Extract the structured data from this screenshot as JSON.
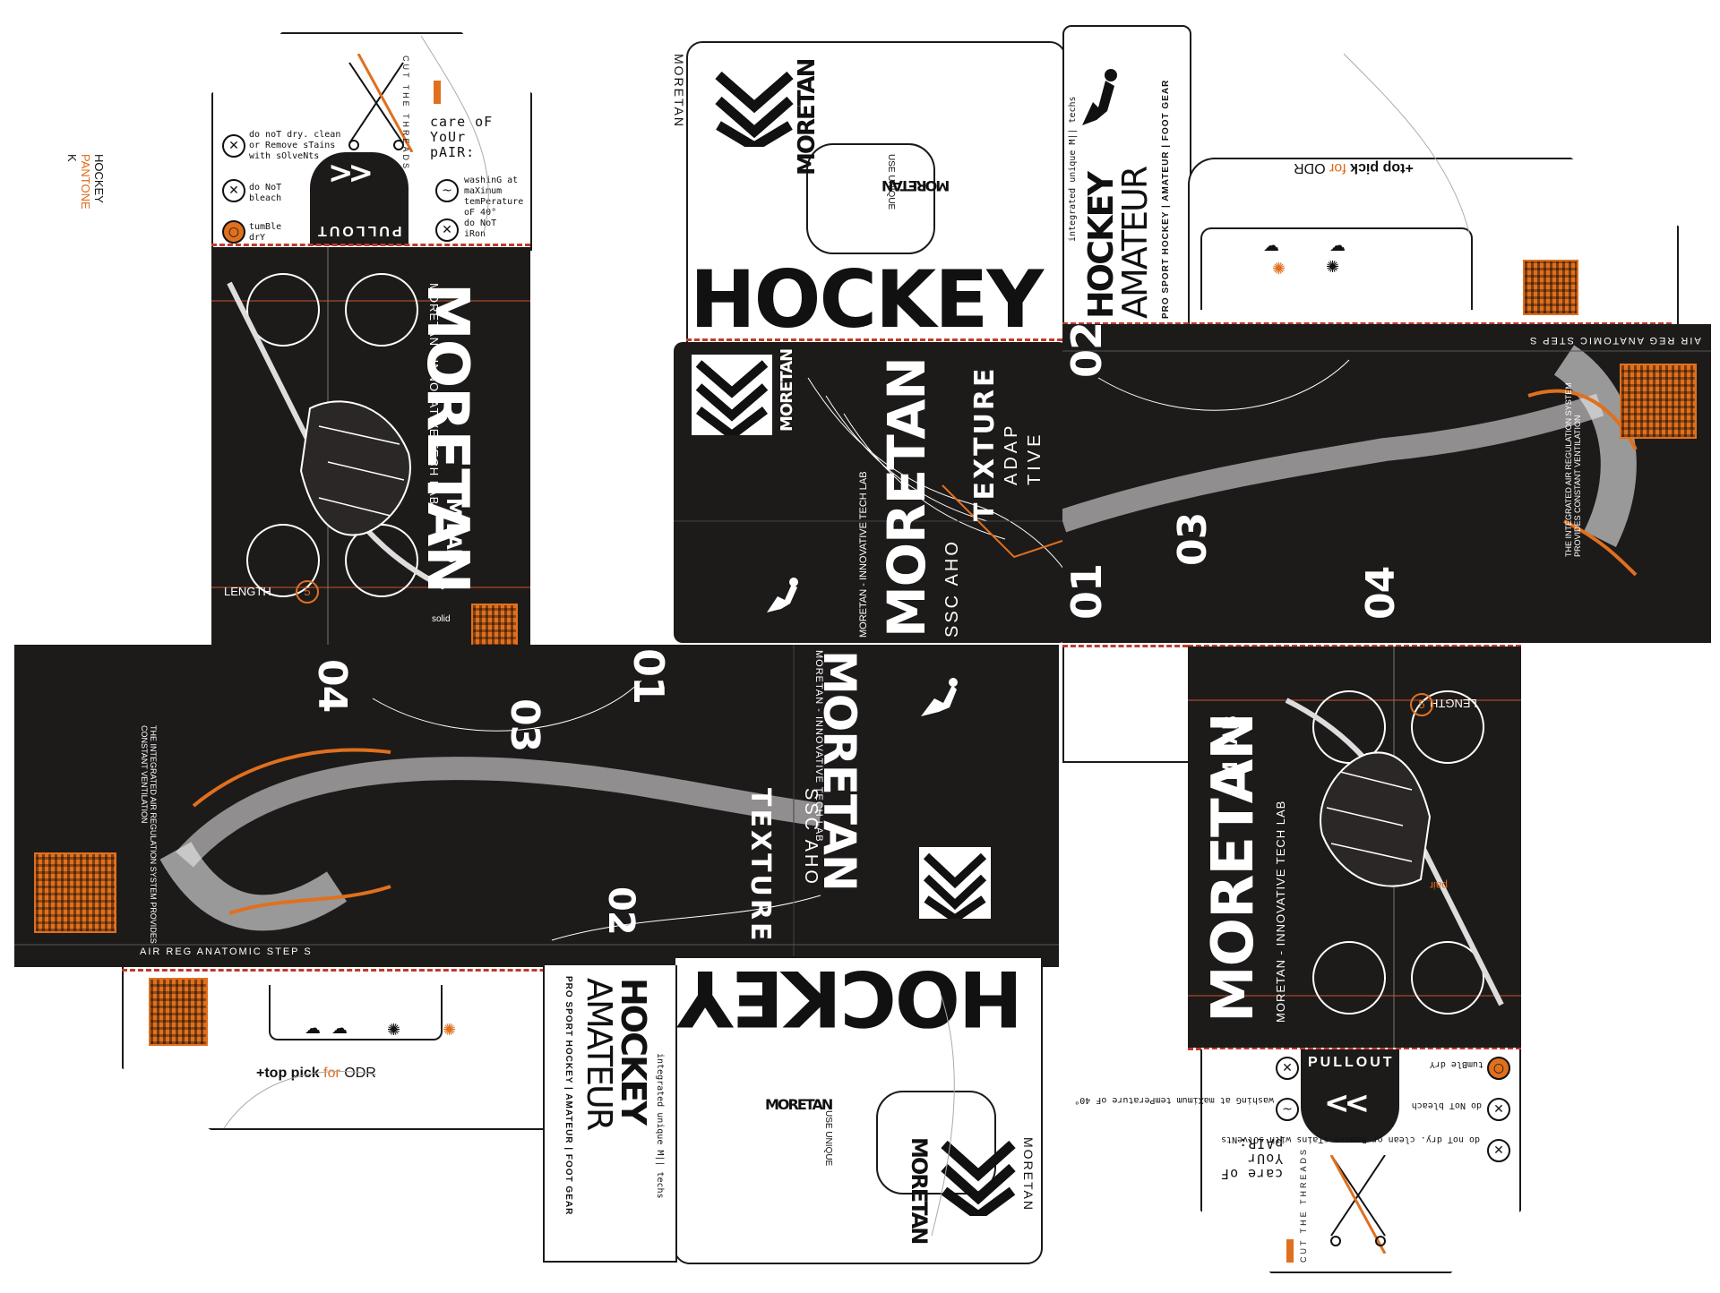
{
  "corner_label": {
    "line1": "HOCKEY",
    "line2": "PANTONE",
    "line3": "K"
  },
  "brand": {
    "name": "MORETAN",
    "tagline": "MORETAN - INNOVATIVE TECH LAB",
    "lab": "M LAB",
    "sub_small": "MORETAN"
  },
  "panels": {
    "hockey_word": "HOCKEY",
    "hockey_amateur_l1": "HOCKEY",
    "hockey_amateur_l2": "AMATEUR",
    "techs_line": "integrated unique M|| techs",
    "sport_line": "PRO  SPORT  HOCKEY | AMATEUR | FOOT  GEAR",
    "top_pick_prefix": "+top pick",
    "top_pick_mid": "for",
    "top_pick_suffix": "ODR",
    "use_unique": "USE UNIQUE",
    "texture": "TEXTURE",
    "adap": "ADAP",
    "tive": "TIVE",
    "num_01": "01",
    "num_02": "02",
    "num_03": "03",
    "num_04": "04",
    "sscaho": "SSC AHO",
    "length": "LENGTH",
    "length_num": "5",
    "air_line": "AIR  REG  ANATOMIC  STEP S",
    "ventilation": "THE INTEGRATED AIR REGULATION SYSTEM PROVIDES CONSTANT VENTILATION",
    "pullout": "PULLOUT",
    "solid": "solid",
    "pair": "pair"
  },
  "care": {
    "title_l1": "care oF",
    "title_l2": "YoUr",
    "title_l3": "pAIR:",
    "cut": "CUT THE THREADS",
    "item1": "do noT dry. clean or Remove sTains with sOlveNts",
    "item2": "do NoT bleach",
    "item3": "tumBle drY",
    "item4": "washinG at maXimum temPerature oF 40°",
    "item5": "do NoT iRon"
  },
  "icons": {
    "care_x": "circle-x-icon",
    "scissors": "scissors-icon",
    "wash": "wash-icon",
    "cloud": "cloud-icon",
    "chevron": "chevron-icon",
    "player": "hockey-player-icon",
    "qr": "qr-code-icon",
    "logo": "moretan-logo-icon"
  },
  "colors": {
    "panel_dark": "#1d1a1a",
    "accent_orange": "#e0701e",
    "dash_red": "#c23a2a"
  }
}
